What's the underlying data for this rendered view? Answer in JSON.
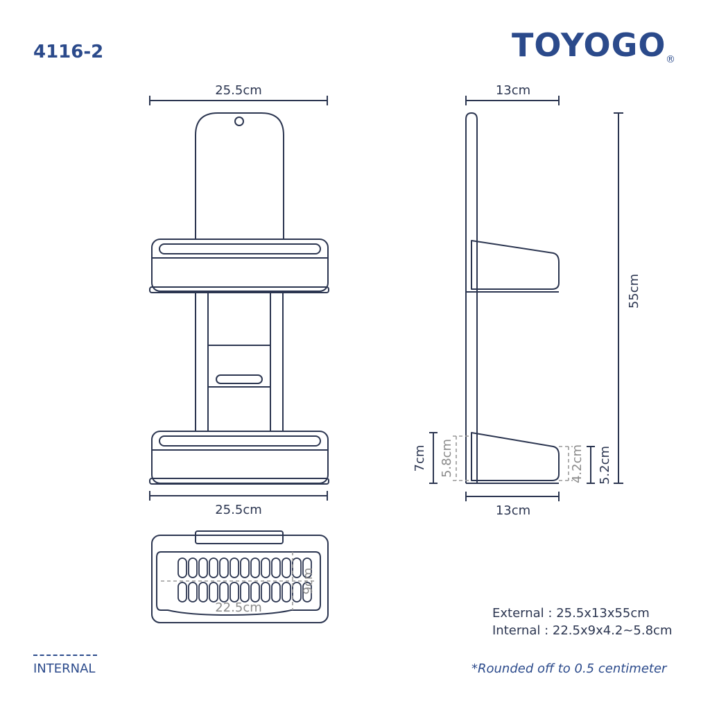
{
  "model": "4116-2",
  "brand": {
    "name": "TOYOGO",
    "reg_mark": "®"
  },
  "front_view": {
    "top_width": "25.5cm",
    "bottom_width": "25.5cm"
  },
  "side_view": {
    "top_depth": "13cm",
    "bottom_depth": "13cm",
    "height": "55cm",
    "outer_back_height": "7cm",
    "inner_back_height": "5.8cm",
    "inner_front_height": "4.2cm",
    "outer_front_height": "5.2cm"
  },
  "top_view": {
    "inner_width": "22.5cm",
    "inner_depth": "9cm"
  },
  "specs": {
    "external": "External : 25.5x13x55cm",
    "internal": "Internal : 22.5x9x4.2~5.8cm"
  },
  "legend": {
    "label": "INTERNAL"
  },
  "footnote": "*Rounded off to 0.5 centimeter",
  "colors": {
    "line": "#2b3550",
    "accent": "#2b4a8b",
    "fill": "#ffffff",
    "inner_dash": "#999999"
  }
}
